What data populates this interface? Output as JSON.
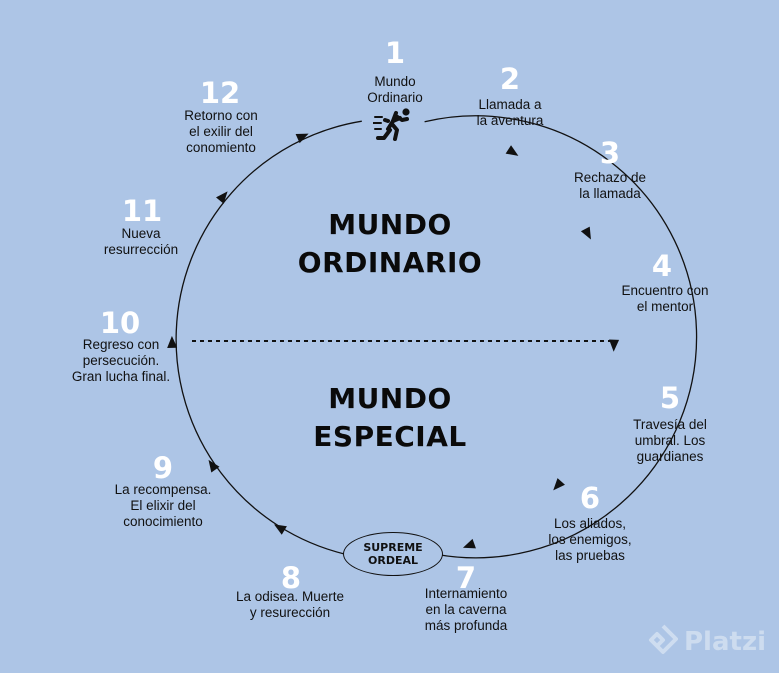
{
  "stages": [
    {
      "number": "1",
      "label": "Mundo\nOrdinario"
    },
    {
      "number": "2",
      "label": "Llamada a\nla aventura"
    },
    {
      "number": "3",
      "label": "Rechazo de\nla llamada"
    },
    {
      "number": "4",
      "label": "Encuentro con\nel mentor"
    },
    {
      "number": "5",
      "label": "Travesía del\numbral. Los\nguardianes"
    },
    {
      "number": "6",
      "label": "Los aliados,\nlos enemigos,\nlas pruebas"
    },
    {
      "number": "7",
      "label": "Internamiento\nen la caverna\nmás profunda"
    },
    {
      "number": "8",
      "label": "La odisea. Muerte\ny resurección"
    },
    {
      "number": "9",
      "label": "La recompensa.\nEl elixir del\nconocimiento"
    },
    {
      "number": "10",
      "label": "Regreso con\npersecución.\nGran lucha final."
    },
    {
      "number": "11",
      "label": "Nueva\nresurrección"
    },
    {
      "number": "12",
      "label": "Retorno con\nel exilir del\nconomiento"
    }
  ],
  "worlds": {
    "upper": "MUNDO\nORDINARIO",
    "lower": "MUNDO\nESPECIAL"
  },
  "ordeal": "SUPREME\nORDEAL",
  "icons": {
    "runner": "runner-icon",
    "logo": "platzi-logo"
  },
  "watermark": "Platzi",
  "colors": {
    "background": "#adc5e6",
    "numbers": "#ffffff",
    "lines": "#111111"
  }
}
